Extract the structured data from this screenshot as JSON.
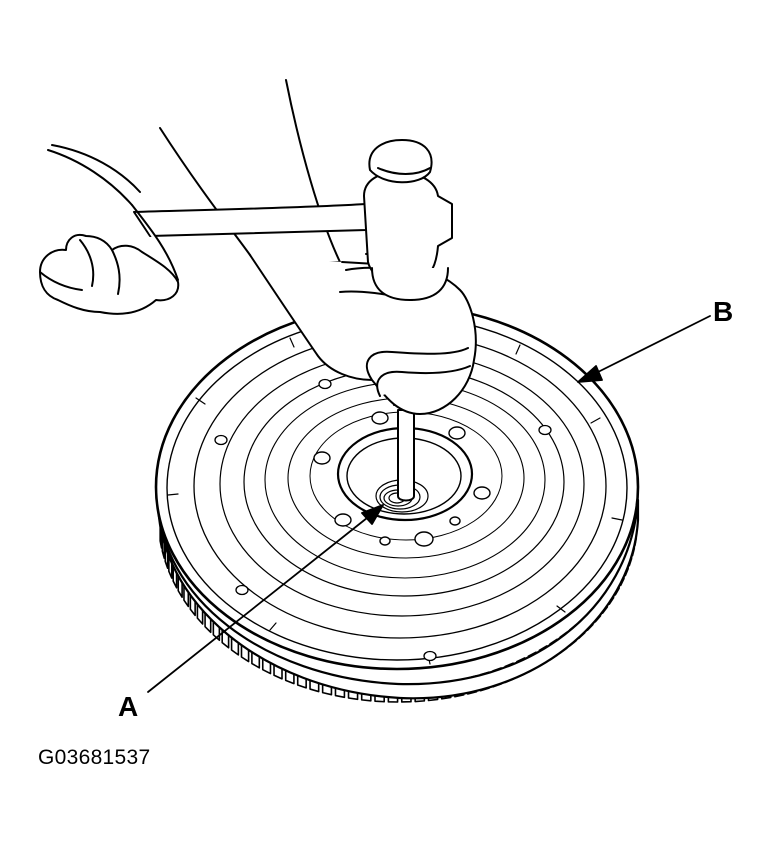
{
  "callouts": {
    "a": "A",
    "b": "B"
  },
  "figure_id": "G03681537",
  "colors": {
    "ink": "#000000",
    "paper": "#ffffff"
  }
}
